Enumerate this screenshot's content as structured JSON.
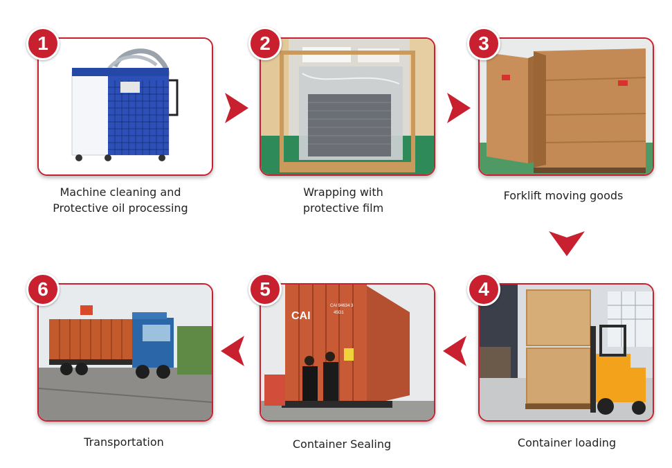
{
  "accent_color": "#c8202f",
  "steps": [
    {
      "number": "1",
      "caption": "Machine cleaning and\nProtective oil processing"
    },
    {
      "number": "2",
      "caption": "Wrapping with\nprotective film"
    },
    {
      "number": "3",
      "caption": "Forklift moving goods"
    },
    {
      "number": "4",
      "caption": "Container loading"
    },
    {
      "number": "5",
      "caption": "Container Sealing"
    },
    {
      "number": "6",
      "caption": "Transportation"
    }
  ],
  "photo_text": {
    "container_code_1": "CAI",
    "container_code_2": "CAI 94634 3",
    "container_code_3": "45G1"
  }
}
